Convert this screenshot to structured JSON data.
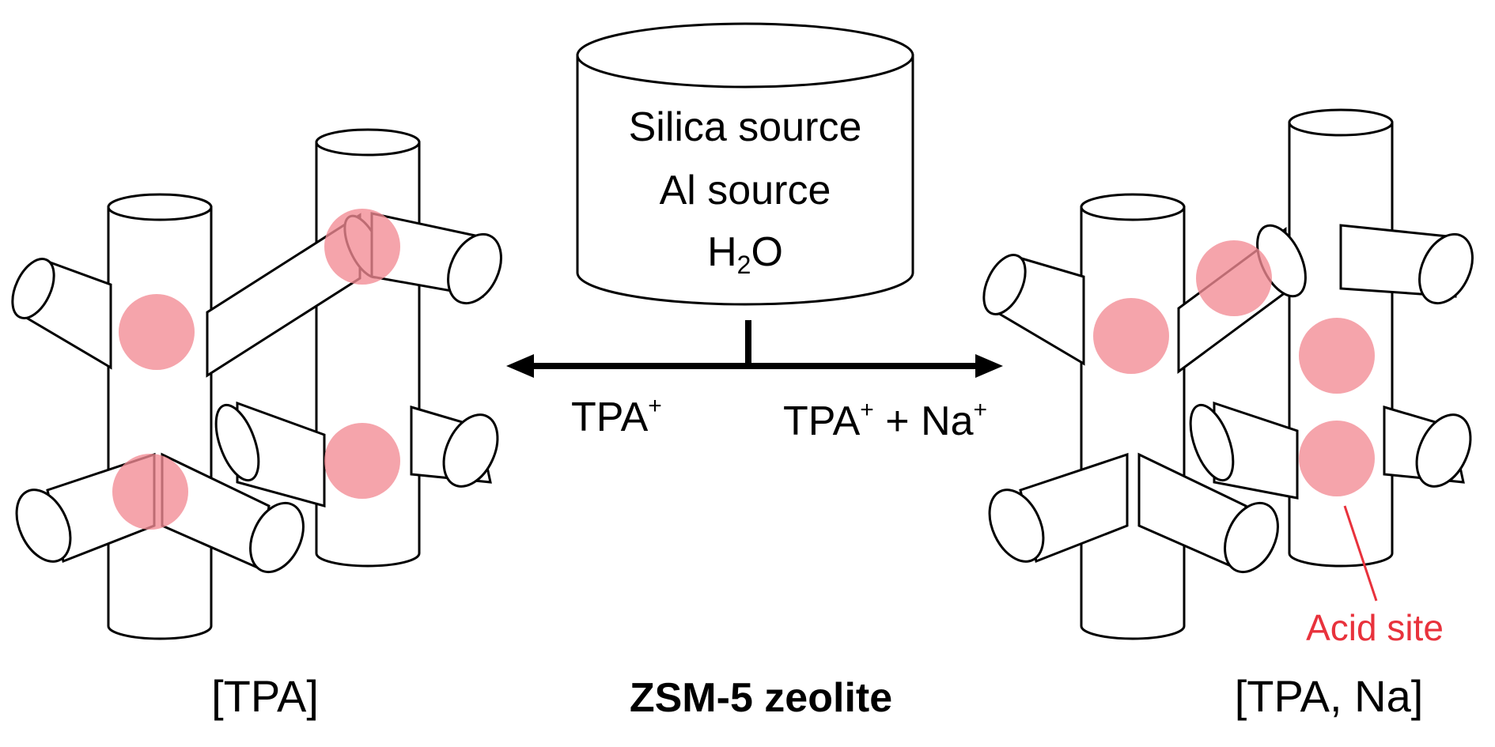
{
  "reservoir": {
    "line1": "Silica source",
    "line2": "Al source",
    "line3_main": "H",
    "line3_sub": "2",
    "line3_tail": "O"
  },
  "arrows": {
    "left_label_main": "TPA",
    "left_label_sup": "+",
    "right_label_main": "TPA",
    "right_label_sup": "+",
    "right_label_mid": " + Na",
    "right_label_sup2": "+"
  },
  "labels": {
    "left_structure": "[TPA]",
    "right_structure": "[TPA, Na]",
    "center_title": "ZSM-5 zeolite",
    "acid_site": "Acid site"
  },
  "colors": {
    "acid_site_fill": "#f28a93",
    "acid_site_text": "#e8323c",
    "line": "#000000"
  }
}
